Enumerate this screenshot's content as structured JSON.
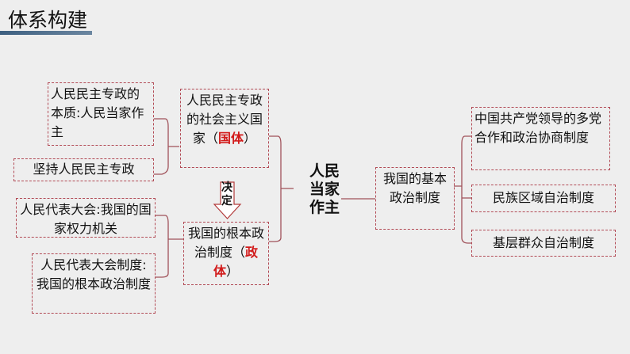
{
  "title": "体系构建",
  "center": "人民当家作主",
  "arrow_label": "决定",
  "left": {
    "essence": "人民民主专政的本质:人民当家作主",
    "uphold": "坚持人民民主专政",
    "state_system": {
      "text": "人民民主专政的社会主义国家（",
      "highlight": "国体",
      "end": "）"
    },
    "npc_role": "人民代表大会:我国的国家权力机关",
    "npc_system": "人民代表大会制度:我国的根本政治制度",
    "gov_system": {
      "text": "我国的根本政治制度（",
      "highlight": "政体",
      "end": "）"
    }
  },
  "right": {
    "basic": "我国的基本政治制度",
    "items": [
      "中国共产党领导的多党合作和政治协商制度",
      "民族区域自治制度",
      "基层群众自治制度"
    ]
  },
  "colors": {
    "line": "#a0525a",
    "highlight": "#d21a1a"
  }
}
